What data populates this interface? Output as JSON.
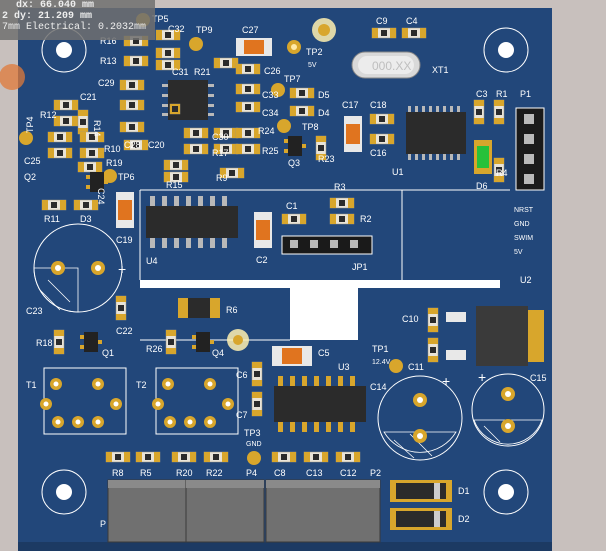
{
  "measure": {
    "dx_label": "dx: 66.040 mm",
    "dy_label": "2    dy: 21.209 mm",
    "electrical_label": "7mm Electrical: 0.2032mm"
  },
  "colors": {
    "board": "#22477a",
    "silk": "#ffffff",
    "pad": "#d8a62c",
    "component": "#2b2b2b"
  },
  "crystal": {
    "marking": "000.XX"
  },
  "header_p1": {
    "pins": [
      "NRST",
      "GND",
      "SWIM",
      "5V"
    ]
  },
  "tp1_sub": "12.4V",
  "tp3_sub": "GND",
  "tp2_sub": "5V",
  "refs": {
    "tp5": "TP5",
    "tp9": "TP9",
    "tp2": "TP2",
    "tp7": "TP7",
    "tp8": "TP8",
    "tp4": "TP4",
    "tp6": "TP6",
    "tp1": "TP1",
    "tp3": "TP3",
    "r16": "R16",
    "r13": "R13",
    "c32": "C32",
    "c31": "C31",
    "r21": "R21",
    "c27": "C27",
    "c26": "C26",
    "c33": "C33",
    "c34": "C34",
    "d5": "D5",
    "d4": "D4",
    "c29": "C29",
    "r12": "R12",
    "c21": "C21",
    "r14": "R14",
    "c28": "C28",
    "r10": "R10",
    "r19": "R19",
    "c25": "C25",
    "q2": "Q2",
    "c24": "C24",
    "r11": "R11",
    "d3": "D3",
    "c19": "C19",
    "c20": "C20",
    "r15": "R15",
    "r9": "R9",
    "c30": "C30",
    "r17": "R17",
    "r24": "R24",
    "r25": "R25",
    "q3": "Q3",
    "r23": "R23",
    "c17": "C17",
    "c18": "C18",
    "c16": "C16",
    "c9": "C9",
    "c4": "C4",
    "xt1": "XT1",
    "c3": "C3",
    "r1": "R1",
    "p1": "P1",
    "u1": "U1",
    "d6": "D6",
    "r4": "R4",
    "u4": "U4",
    "c1": "C1",
    "c2": "C2",
    "r3": "R3",
    "r2": "R2",
    "jp1": "JP1",
    "u2": "U2",
    "c23": "C23",
    "r6": "R6",
    "c22": "C22",
    "r18": "R18",
    "q1": "Q1",
    "r26": "R26",
    "q4": "Q4",
    "c10": "C10",
    "c11": "C11",
    "c5": "C5",
    "u3": "U3",
    "c14": "C14",
    "c15": "C15",
    "t1": "T1",
    "t2": "T2",
    "c6": "C6",
    "c7": "C7",
    "r8": "R8",
    "r5": "R5",
    "r20": "R20",
    "r22": "R22",
    "p4": "P4",
    "c8": "C8",
    "c13": "C13",
    "c12": "C12",
    "p2": "P2",
    "d1": "D1",
    "d2": "D2",
    "p3": "P"
  }
}
